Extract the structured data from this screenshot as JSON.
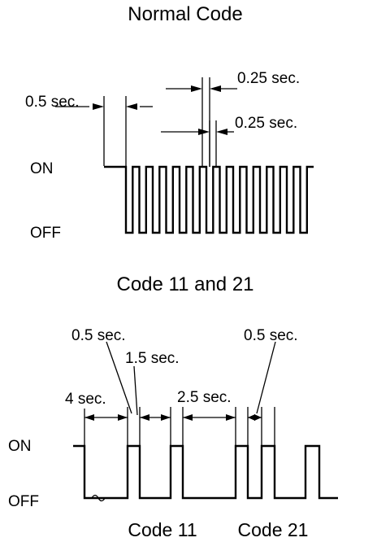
{
  "normal_code": {
    "title": "Normal Code",
    "on_label": "ON",
    "off_label": "OFF",
    "dim_initial": "0.5 sec.",
    "dim_pulse_on": "0.25 sec.",
    "dim_pulse_off": "0.25 sec."
  },
  "code_11_21": {
    "title": "Code 11 and 21",
    "on_label": "ON",
    "off_label": "OFF",
    "dim_start": "4 sec.",
    "dim_pulse_a": "0.5 sec.",
    "dim_gap_a": "1.5 sec.",
    "dim_pause": "2.5 sec.",
    "dim_pulse_b": "0.5 sec.",
    "label_code_11": "Code 11",
    "label_code_21": "Code 21"
  },
  "colors": {
    "line": "#000000",
    "background": "#ffffff"
  }
}
